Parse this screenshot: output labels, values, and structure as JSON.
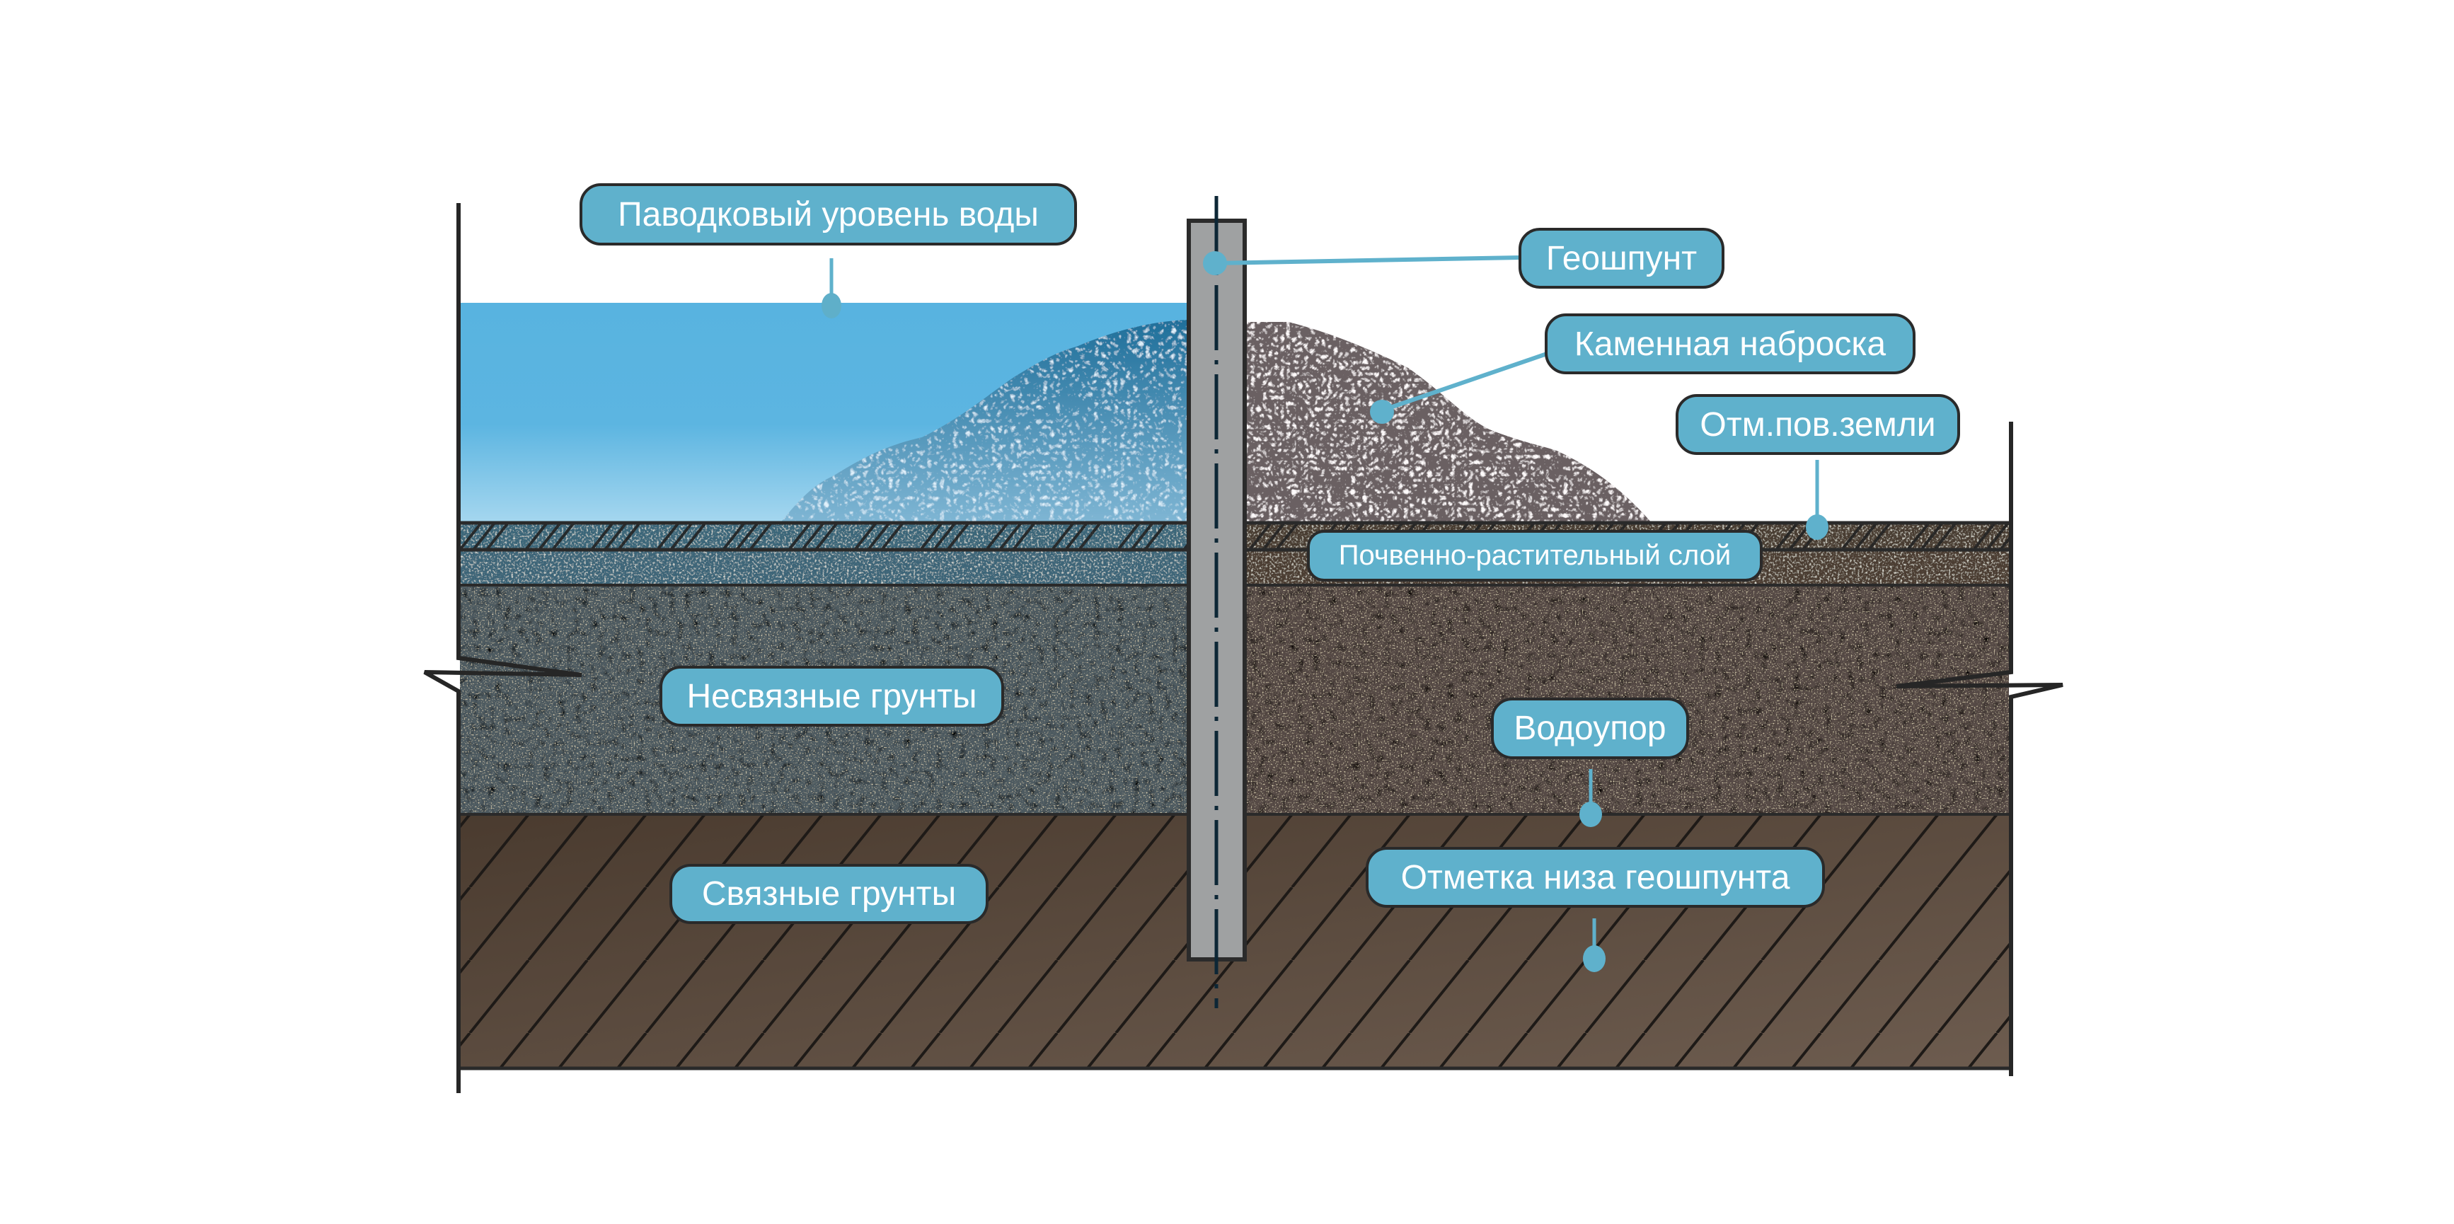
{
  "title": "Схема установки геошпунта",
  "colors": {
    "label_fill": "#5fb1cc",
    "label_border": "#2a2a2a",
    "label_text": "#ffffff",
    "water": "#5ab4e0",
    "sheet_pile": "#9fa1a2",
    "centerline": "#0d2736",
    "clay": "#54463a",
    "sand_left": "#4e5a60",
    "soil_right": "#4f4340"
  },
  "labels": {
    "flood_level": "Паводковый уровень воды",
    "sheet_pile": "Геошпунт",
    "riprap": "Каменная наброска",
    "ground_mark": "Отм.пов.земли",
    "topsoil": "Почвенно-растительный слой",
    "cohesionless": "Несвязные грунты",
    "aquiclude": "Водоупор",
    "cohesive": "Связные грунты",
    "pile_bottom": "Отметка низа геошпунта"
  },
  "layers": [
    {
      "name": "Паводковый уровень воды",
      "type": "water"
    },
    {
      "name": "Почвенно-растительный слой",
      "type": "topsoil"
    },
    {
      "name": "Несвязные грунты",
      "type": "sand"
    },
    {
      "name": "Связные грунты",
      "type": "clay"
    }
  ]
}
